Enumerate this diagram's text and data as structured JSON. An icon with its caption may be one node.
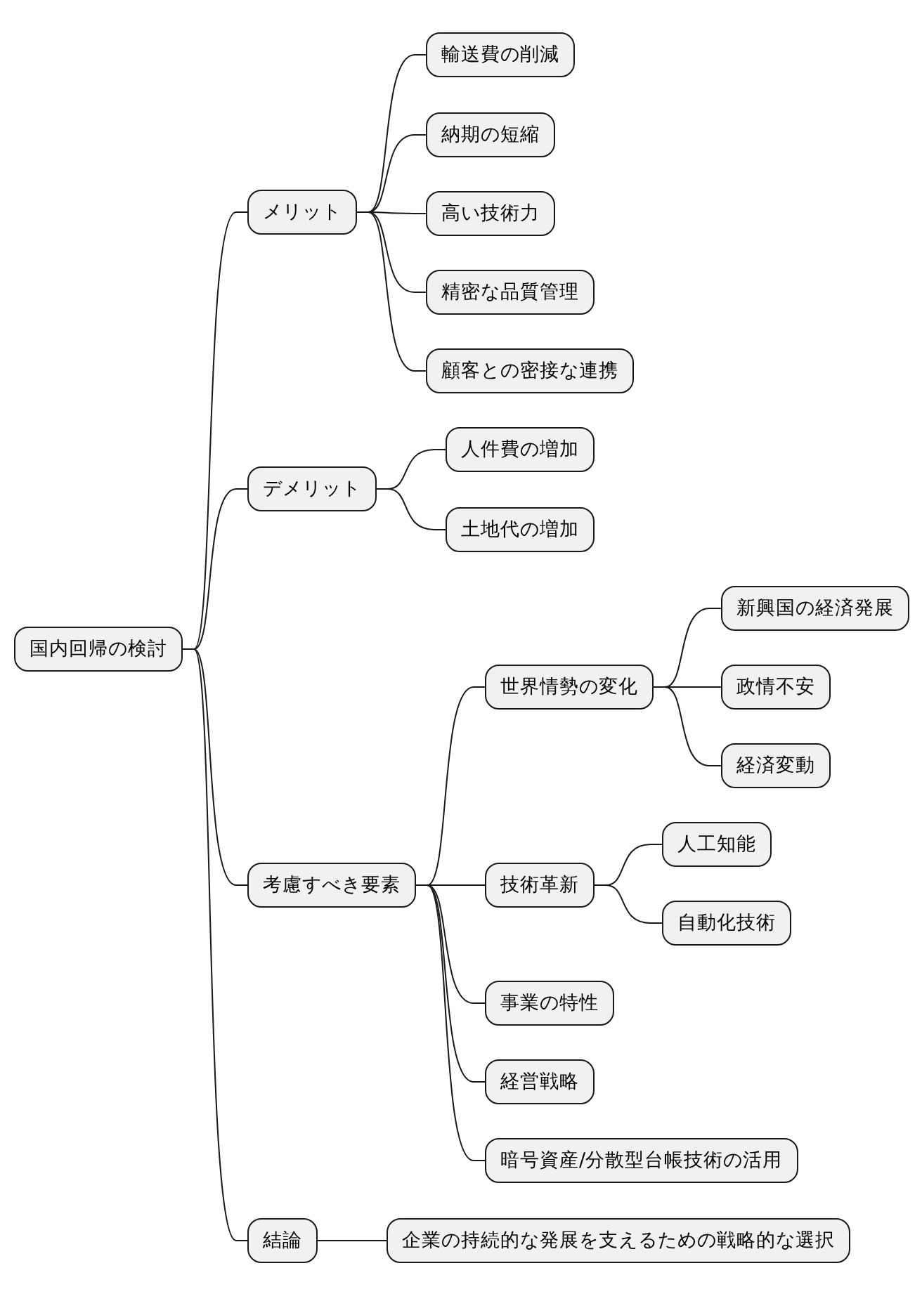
{
  "diagram": {
    "nodes": [
      {
        "text": [
          "国内回帰の検討"
        ]
      },
      {
        "text": [
          "メリット"
        ]
      },
      {
        "text": [
          "輸送費の削減"
        ]
      },
      {
        "text": [
          "納期の短縮"
        ]
      },
      {
        "text": [
          "高い技術力"
        ]
      },
      {
        "text": [
          "精密な品質管理"
        ]
      },
      {
        "text": [
          "顧客との密接な連携"
        ]
      },
      {
        "text": [
          "デメリット"
        ]
      },
      {
        "text": [
          "人件費の増加"
        ]
      },
      {
        "text": [
          "土地代の増加"
        ]
      },
      {
        "text": [
          "考慮すべき要素"
        ]
      },
      {
        "text": [
          "世界情勢の変化"
        ]
      },
      {
        "text": [
          "新興国の経済発展"
        ]
      },
      {
        "text": [
          "政情不安"
        ]
      },
      {
        "text": [
          "経済変動"
        ]
      },
      {
        "text": [
          "技術革新"
        ]
      },
      {
        "text": [
          "人工知能"
        ]
      },
      {
        "text": [
          "自動化技術"
        ]
      },
      {
        "text": [
          "事業の特性"
        ]
      },
      {
        "text": [
          "経営戦略"
        ]
      },
      {
        "text": [
          "暗号資産/分散型台帳技術の活用"
        ]
      },
      {
        "text": [
          "結論"
        ]
      },
      {
        "text": [
          "企業の持続的な発展を支えるための戦略的な選択"
        ]
      }
    ],
    "edges": [
      {
        "from": 0,
        "to": 1,
        "arrow": "none"
      },
      {
        "from": 1,
        "to": 2,
        "arrow": "none"
      },
      {
        "from": 1,
        "to": 3,
        "arrow": "none"
      },
      {
        "from": 1,
        "to": 4,
        "arrow": "none"
      },
      {
        "from": 1,
        "to": 5,
        "arrow": "none"
      },
      {
        "from": 1,
        "to": 6,
        "arrow": "none"
      },
      {
        "from": 0,
        "to": 7,
        "arrow": "none"
      },
      {
        "from": 7,
        "to": 8,
        "arrow": "none"
      },
      {
        "from": 7,
        "to": 9,
        "arrow": "none"
      },
      {
        "from": 0,
        "to": 10,
        "arrow": "none"
      },
      {
        "from": 10,
        "to": 11,
        "arrow": "none"
      },
      {
        "from": 11,
        "to": 12,
        "arrow": "none"
      },
      {
        "from": 11,
        "to": 13,
        "arrow": "none"
      },
      {
        "from": 11,
        "to": 14,
        "arrow": "none"
      },
      {
        "from": 10,
        "to": 15,
        "arrow": "none"
      },
      {
        "from": 15,
        "to": 16,
        "arrow": "none"
      },
      {
        "from": 15,
        "to": 17,
        "arrow": "none"
      },
      {
        "from": 10,
        "to": 18,
        "arrow": "none"
      },
      {
        "from": 10,
        "to": 19,
        "arrow": "none"
      },
      {
        "from": 10,
        "to": 20,
        "arrow": "none"
      },
      {
        "from": 0,
        "to": 21,
        "arrow": "none"
      },
      {
        "from": 21,
        "to": 22,
        "arrow": "none"
      }
    ]
  }
}
